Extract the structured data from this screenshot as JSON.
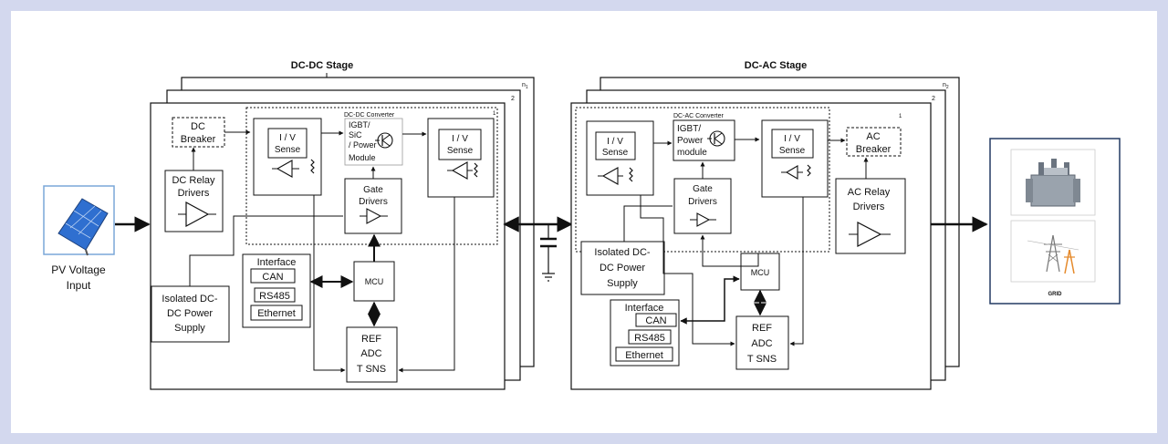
{
  "dcdc": {
    "title": "DC-DC Stage",
    "layer_n": "n",
    "layer_n_sub": "1",
    "layer_2": "2",
    "layer_1": "1",
    "converter_label": "DC-DC Converter",
    "dc_breaker": [
      "DC",
      "Breaker"
    ],
    "iv_sense_1": [
      "I / V",
      "Sense"
    ],
    "switch_module": [
      "IGBT/",
      "SiC",
      "/ Power",
      "Module"
    ],
    "iv_sense_2": [
      "I / V",
      "Sense"
    ],
    "relay_drivers": [
      "DC Relay",
      "Drivers"
    ],
    "gate_drivers": [
      "Gate",
      "Drivers"
    ],
    "interface": {
      "title": "Interface",
      "items": [
        "CAN",
        "RS485",
        "Ethernet"
      ]
    },
    "mcu": "MCU",
    "ref_adc": [
      "REF",
      "ADC",
      "T SNS"
    ],
    "isolated_supply": [
      "Isolated DC-",
      "DC Power",
      "Supply"
    ]
  },
  "dcac": {
    "title": "DC-AC Stage",
    "layer_n": "n",
    "layer_n_sub": "2",
    "layer_2": "2",
    "layer_1": "1",
    "converter_label": "DC-AC Converter",
    "iv_sense_1": [
      "I / V",
      "Sense"
    ],
    "switch_module": [
      "IGBT/",
      "Power",
      "module"
    ],
    "iv_sense_2": [
      "I / V",
      "Sense"
    ],
    "ac_breaker": [
      "AC",
      "Breaker"
    ],
    "gate_drivers": [
      "Gate",
      "Drivers"
    ],
    "relay_drivers": [
      "AC Relay",
      "Drivers"
    ],
    "isolated_supply": [
      "Isolated DC-",
      "DC Power",
      "Supply"
    ],
    "mcu": "MCU",
    "interface": {
      "title": "Interface",
      "items": [
        "CAN",
        "RS485",
        "Ethernet"
      ]
    },
    "ref_adc": [
      "REF",
      "ADC",
      "T SNS"
    ]
  },
  "pv": {
    "label": [
      "PV Voltage",
      "Input"
    ]
  },
  "grid": {
    "label": "GRID"
  },
  "colors": {
    "line": "#111111",
    "panel_blue": "#2f6fd0",
    "transformer": "#9aa3ad",
    "tower_orange": "#e58a2c"
  },
  "icons": [
    "solar-panel-icon",
    "transformer-icon",
    "power-tower-icon",
    "amplifier-icon",
    "transistor-icon",
    "capacitor-icon",
    "ground-icon",
    "arrow-icon"
  ]
}
